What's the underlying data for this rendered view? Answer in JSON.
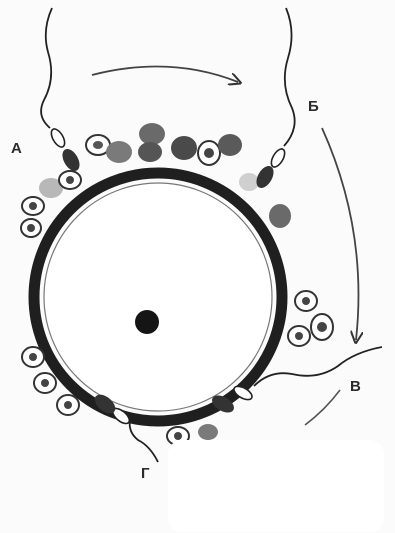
{
  "labels": {
    "a": "А",
    "b": "Б",
    "v": "В",
    "g": "Г"
  },
  "colors": {
    "ink": "#222222",
    "zona": "#1f1f1f",
    "cell_dark": "#4a4a4a",
    "cell_light": "#bdbdbd",
    "background": "#fbfbfb",
    "blank_box": "#ffffff"
  }
}
